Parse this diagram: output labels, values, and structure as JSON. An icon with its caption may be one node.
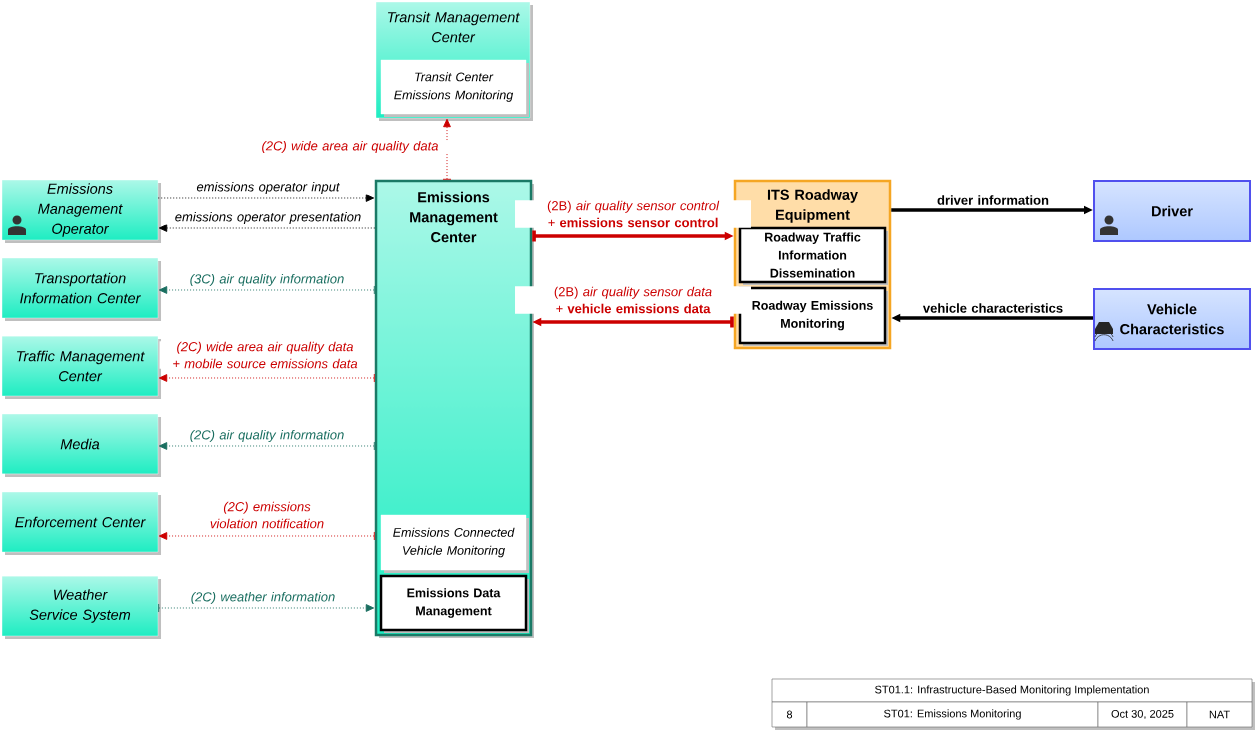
{
  "diagram": {
    "nodes": [
      {
        "text": [
          "Transit Management Center"
        ]
      },
      {
        "text": [
          "Transit Center Emissions Monitoring"
        ],
        "in": 0
      },
      {
        "text": [
          "Emissions Management Operator"
        ]
      },
      {
        "text": [
          "Transportation Information Center"
        ]
      },
      {
        "text": [
          "Traffic Management Center"
        ]
      },
      {
        "text": [
          "Media"
        ]
      },
      {
        "text": [
          "Enforcement Center"
        ]
      },
      {
        "text": [
          "Weather Service System"
        ]
      },
      {
        "text": [
          "Emissions Management Center"
        ]
      },
      {
        "text": [
          "Emissions Connected Vehicle Monitoring"
        ],
        "in": 8
      },
      {
        "text": [
          "Emissions Data Management"
        ],
        "in": 8
      },
      {
        "text": [
          "ITS Roadway Equipment"
        ]
      },
      {
        "text": [
          "Roadway Traffic Information Dissemination"
        ],
        "in": 11
      },
      {
        "text": [
          "Roadway Emissions Monitoring"
        ],
        "in": 11
      },
      {
        "text": [
          "Driver"
        ]
      },
      {
        "text": [
          "Vehicle Characteristics"
        ]
      }
    ],
    "edges": [
      {
        "from": 8,
        "to": 0,
        "arrow": "to",
        "label": "(2C) wide area air quality data",
        "style": "dashed",
        "color": "#cc0000"
      },
      {
        "from": 2,
        "to": 8,
        "arrow": "to",
        "label": "emissions operator input",
        "style": "dashed",
        "color": "#000000"
      },
      {
        "from": 8,
        "to": 2,
        "arrow": "to",
        "label": "emissions operator presentation",
        "style": "dashed",
        "color": "#000000"
      },
      {
        "from": 8,
        "to": 3,
        "arrow": "to",
        "label": "(3C) air quality information",
        "style": "dashed",
        "color": "#1a6e60"
      },
      {
        "from": 8,
        "to": 4,
        "arrow": "to",
        "label": "(2C) wide area air quality data + mobile source emissions data",
        "style": "dashed",
        "color": "#cc0000"
      },
      {
        "from": 8,
        "to": 5,
        "arrow": "to",
        "label": "(2C) air quality information",
        "style": "dashed",
        "color": "#1a6e60"
      },
      {
        "from": 8,
        "to": 6,
        "arrow": "to",
        "label": "(2C) emissions violation notification",
        "style": "dashed",
        "color": "#cc0000"
      },
      {
        "from": 7,
        "to": 8,
        "arrow": "to",
        "label": "(2C) weather information",
        "style": "dashed",
        "color": "#1a6e60"
      },
      {
        "from": 8,
        "to": 11,
        "arrow": "to",
        "label": "(2B) *air quality sensor control +* **emissions sensor control**",
        "style": "thick",
        "color": "#cc0000"
      },
      {
        "from": 11,
        "to": 8,
        "arrow": "to",
        "label": "(2B) *air quality sensor data +* **vehicle emissions data**",
        "style": "thick",
        "color": "#cc0000"
      },
      {
        "from": 11,
        "to": 14,
        "arrow": "to",
        "label": "driver information",
        "style": "thick",
        "color": "#000000"
      },
      {
        "from": 15,
        "to": 11,
        "arrow": "to",
        "label": "vehicle characteristics",
        "style": "thick",
        "color": "#000000"
      }
    ],
    "labels": [
      "ST01.1: Infrastructure-Based Monitoring Implementation",
      "8",
      "ST01: Emissions Monitoring",
      "Oct 30, 2025",
      "NAT"
    ]
  }
}
